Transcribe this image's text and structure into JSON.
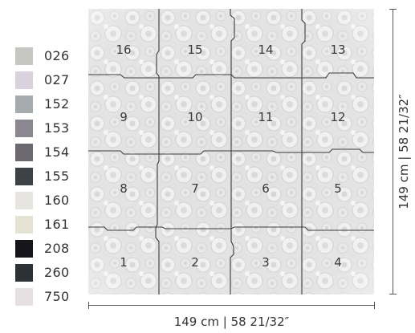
{
  "swatches": [
    {
      "code": "026",
      "color": "#c4c7c2"
    },
    {
      "code": "027",
      "color": "#d9d2dc"
    },
    {
      "code": "152",
      "color": "#a6abae"
    },
    {
      "code": "153",
      "color": "#8a8790"
    },
    {
      "code": "154",
      "color": "#6c6a70"
    },
    {
      "code": "155",
      "color": "#3c4246"
    },
    {
      "code": "160",
      "color": "#e7e5e0"
    },
    {
      "code": "161",
      "color": "#e4e2d2"
    },
    {
      "code": "208",
      "color": "#15161a"
    },
    {
      "code": "260",
      "color": "#2d3237"
    },
    {
      "code": "750",
      "color": "#e7e0e2"
    }
  ],
  "panels": {
    "numbers_rows": [
      [
        "16",
        "15",
        "14",
        "13"
      ],
      [
        "9",
        "10",
        "11",
        "12"
      ],
      [
        "8",
        "7",
        "6",
        "5"
      ],
      [
        "1",
        "2",
        "3",
        "4"
      ]
    ],
    "pattern_color": "#cfcfcf",
    "seam_color": "#3b3b3b"
  },
  "dimensions": {
    "width_label": "149 cm | 58 21/32″",
    "height_label": "149 cm | 58 21/32″"
  }
}
